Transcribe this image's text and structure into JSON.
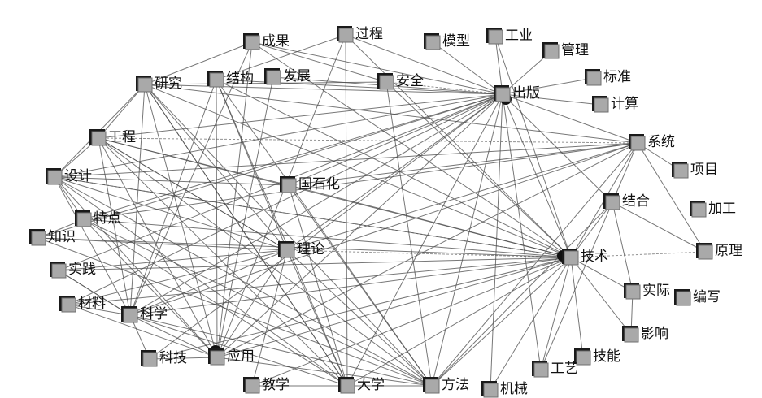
{
  "nodes": [
    {
      "id": "chengguo",
      "label": "成果"
    },
    {
      "id": "guocheng",
      "label": "过程"
    },
    {
      "id": "moxing",
      "label": "模型"
    },
    {
      "id": "gongye",
      "label": "工业"
    },
    {
      "id": "guanli",
      "label": "管理"
    },
    {
      "id": "biaozhun",
      "label": "标准"
    },
    {
      "id": "yanjiu",
      "label": "研究"
    },
    {
      "id": "jiegou",
      "label": "结构"
    },
    {
      "id": "fazhan",
      "label": "发展"
    },
    {
      "id": "anquan",
      "label": "安全"
    },
    {
      "id": "chuban",
      "label": "出版"
    },
    {
      "id": "jisuan",
      "label": "计算"
    },
    {
      "id": "gongcheng",
      "label": "工程"
    },
    {
      "id": "xitong",
      "label": "系统"
    },
    {
      "id": "sheji",
      "label": "设计"
    },
    {
      "id": "guoshihua",
      "label": "国石化"
    },
    {
      "id": "xiangmu",
      "label": "项目"
    },
    {
      "id": "tedian",
      "label": "特点"
    },
    {
      "id": "jiehe",
      "label": "结合"
    },
    {
      "id": "jiagong",
      "label": "加工"
    },
    {
      "id": "zhishi",
      "label": "知识"
    },
    {
      "id": "lilun",
      "label": "理论"
    },
    {
      "id": "jishu",
      "label": "技术"
    },
    {
      "id": "yuanli",
      "label": "原理"
    },
    {
      "id": "shijian",
      "label": "实践"
    },
    {
      "id": "shiji",
      "label": "实际"
    },
    {
      "id": "bianxie",
      "label": "编写"
    },
    {
      "id": "cailiao",
      "label": "材料"
    },
    {
      "id": "kexue",
      "label": "科学"
    },
    {
      "id": "yingxiang",
      "label": "影响"
    },
    {
      "id": "keji",
      "label": "科技"
    },
    {
      "id": "yingyong",
      "label": "应用"
    },
    {
      "id": "jineng",
      "label": "技能"
    },
    {
      "id": "gongyi",
      "label": "工艺"
    },
    {
      "id": "jiaoxue",
      "label": "教学"
    },
    {
      "id": "daxue",
      "label": "大学"
    },
    {
      "id": "fangfa",
      "label": "方法"
    },
    {
      "id": "jixie",
      "label": "机械"
    }
  ]
}
